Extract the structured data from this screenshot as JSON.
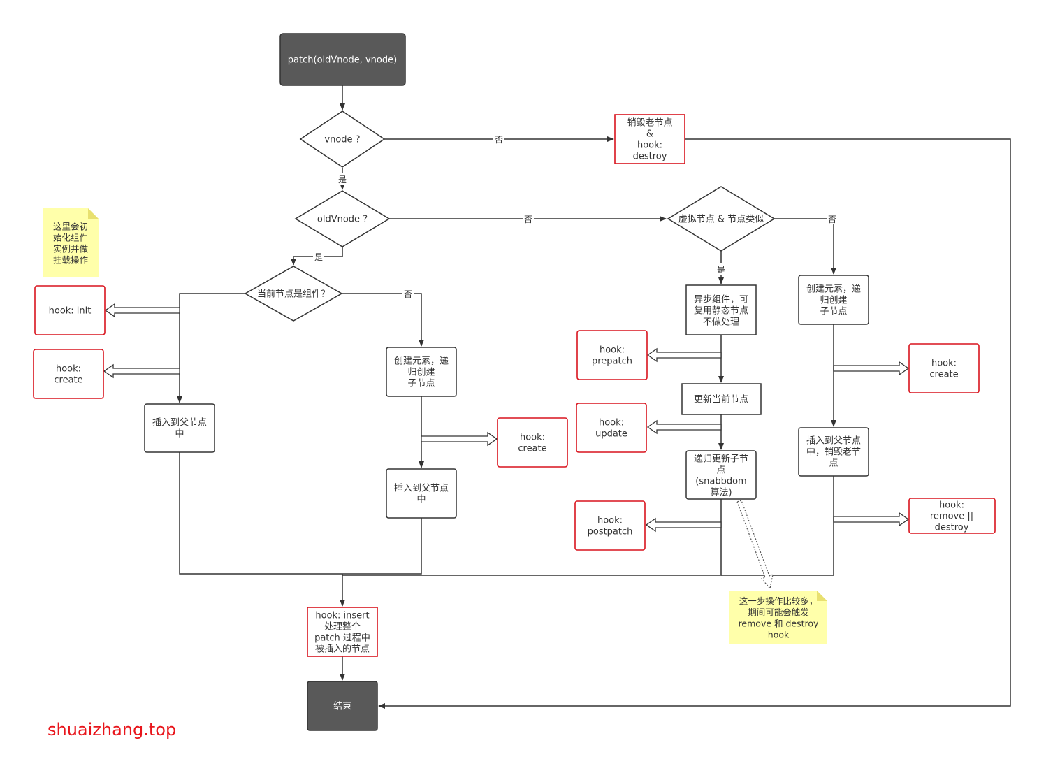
{
  "colors": {
    "dark_fill": "#595959",
    "terminal_border": "#333333",
    "red_border": "#d9141e",
    "line": "#333333",
    "note_fill": "#ffffaa",
    "note_fold": "#e8e070",
    "watermark": "#e8151b"
  },
  "nodes": {
    "start": {
      "lines": [
        "patch(oldVnode, vnode)"
      ]
    },
    "vnode_decision": {
      "lines": [
        "vnode ?"
      ]
    },
    "destroy_old": {
      "lines": [
        "销毁老节点",
        "&",
        "hook:",
        "destroy"
      ]
    },
    "oldvnode_decision": {
      "lines": [
        "oldVnode ?"
      ]
    },
    "similar_decision": {
      "lines": [
        "虚拟节点 & 节点类似"
      ]
    },
    "component_decision": {
      "lines": [
        "当前节点是组件？"
      ]
    },
    "hook_init": {
      "lines": [
        "hook: init"
      ]
    },
    "hook_create_left": {
      "lines": [
        "hook:",
        "create"
      ]
    },
    "insert_parent_left": {
      "lines": [
        "插入到父节点",
        "中"
      ]
    },
    "create_elem_mid": {
      "lines": [
        "创建元素，递",
        "归创建",
        "子节点"
      ]
    },
    "hook_create_mid": {
      "lines": [
        "hook:",
        "create"
      ]
    },
    "insert_parent_mid": {
      "lines": [
        "插入到父节点",
        "中"
      ]
    },
    "async_component": {
      "lines": [
        "异步组件，可",
        "复用静态节点",
        "不做处理"
      ]
    },
    "hook_prepatch": {
      "lines": [
        "hook:",
        "prepatch"
      ]
    },
    "update_current": {
      "lines": [
        "更新当前节点"
      ]
    },
    "hook_update": {
      "lines": [
        "hook:",
        "update"
      ]
    },
    "recursive_update": {
      "lines": [
        "递归更新子节",
        "点",
        "(snabbdom",
        "算法)"
      ]
    },
    "hook_postpatch": {
      "lines": [
        "hook:",
        "postpatch"
      ]
    },
    "create_elem_right": {
      "lines": [
        "创建元素，递",
        "归创建",
        "子节点"
      ]
    },
    "hook_create_right": {
      "lines": [
        "hook:",
        "create"
      ]
    },
    "insert_parent_right": {
      "lines": [
        "插入到父节点",
        "中，销毁老节",
        "点"
      ]
    },
    "hook_remove_destroy": {
      "lines": [
        "hook:",
        "remove ||",
        "destroy"
      ]
    },
    "hook_insert": {
      "lines": [
        "hook: insert",
        "处理整个",
        "patch 过程中",
        "被插入的节点"
      ]
    },
    "end": {
      "lines": [
        "结束"
      ]
    }
  },
  "edge_labels": {
    "vnode_no": "否",
    "vnode_yes": "是",
    "oldvnode_no": "否",
    "oldvnode_yes": "是",
    "similar_no": "否",
    "similar_yes": "是",
    "component_no": "否"
  },
  "notes": {
    "component_note": {
      "lines": [
        "这里会初",
        "始化组件",
        "实例并做",
        "挂载操作"
      ]
    },
    "recursive_note": {
      "lines": [
        "这一步操作比较多，",
        "期间可能会触发",
        "remove 和 destroy",
        "hook"
      ]
    }
  },
  "watermark": "shuaizhang.top"
}
